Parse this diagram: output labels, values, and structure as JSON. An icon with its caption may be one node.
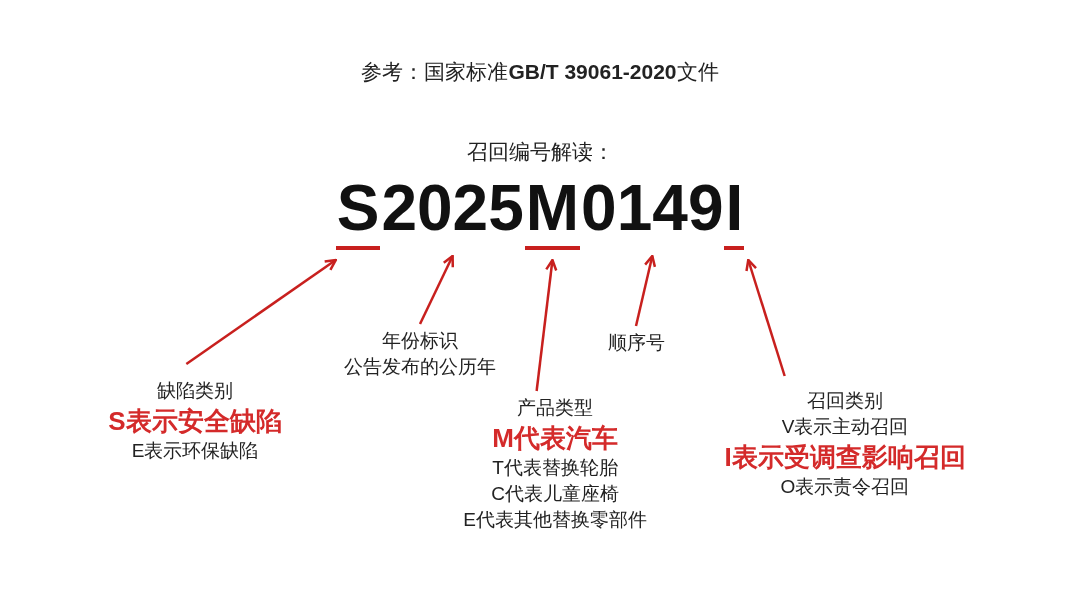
{
  "diagram": {
    "title": "参考：国家标准**GB/T 39061-2020**文件",
    "nodes": [
      {
        "text": [
          "S"
        ]
      },
      {
        "text": [
          "2025"
        ]
      },
      {
        "text": [
          "M"
        ]
      },
      {
        "text": [
          "0149"
        ]
      },
      {
        "text": [
          "I"
        ]
      },
      {
        "text": [
          "缺陷类别",
          "S表示安全缺陷",
          "E表示环保缺陷"
        ]
      },
      {
        "text": [
          "年份标识",
          "公告发布的公历年"
        ]
      },
      {
        "text": [
          "产品类型",
          "M代表汽车",
          "T代表替换轮胎",
          "C代表儿童座椅",
          "E代表其他替换零部件"
        ]
      },
      {
        "text": [
          "顺序号"
        ]
      },
      {
        "text": [
          "召回类别",
          "V表示主动召回",
          "I表示受调查影响召回",
          "O表示责令召回"
        ]
      }
    ],
    "edges": [
      {
        "from": 5,
        "to": 0,
        "arrow": "to",
        "color": "#c8201e"
      },
      {
        "from": 6,
        "to": 1,
        "arrow": "to",
        "color": "#c8201e"
      },
      {
        "from": 7,
        "to": 2,
        "arrow": "to",
        "color": "#c8201e"
      },
      {
        "from": 8,
        "to": 3,
        "arrow": "to",
        "color": "#c8201e"
      },
      {
        "from": 9,
        "to": 4,
        "arrow": "to",
        "color": "#c8201e"
      }
    ],
    "labels": [
      "召回编号解读："
    ]
  }
}
